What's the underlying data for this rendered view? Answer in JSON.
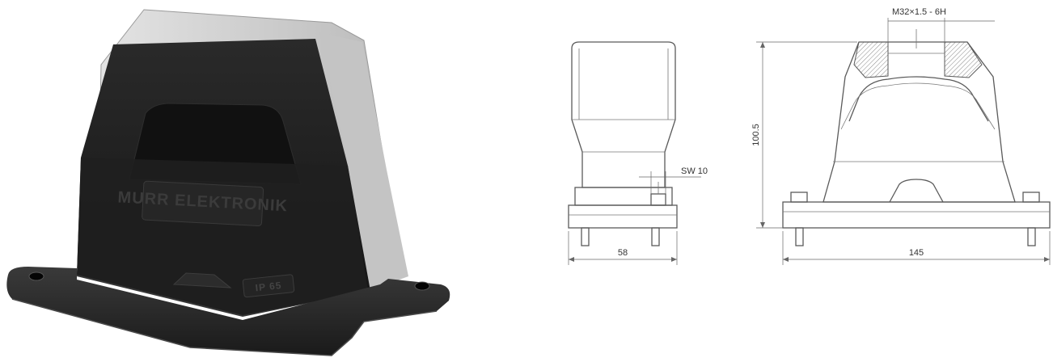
{
  "product_photo": {
    "logo_text": "MURR ELEKTRONIK",
    "rating_text": "IP 65"
  },
  "side_view": {
    "width_label": "58",
    "wrench_label": "SW 10"
  },
  "front_view": {
    "thread_label": "M32×1.5 - 6H",
    "height_label": "100.5",
    "width_label": "145"
  },
  "colors": {
    "housing_dark": "#1c1c1c",
    "housing_light": "#d2d2d2",
    "line": "#5a5a5a"
  }
}
